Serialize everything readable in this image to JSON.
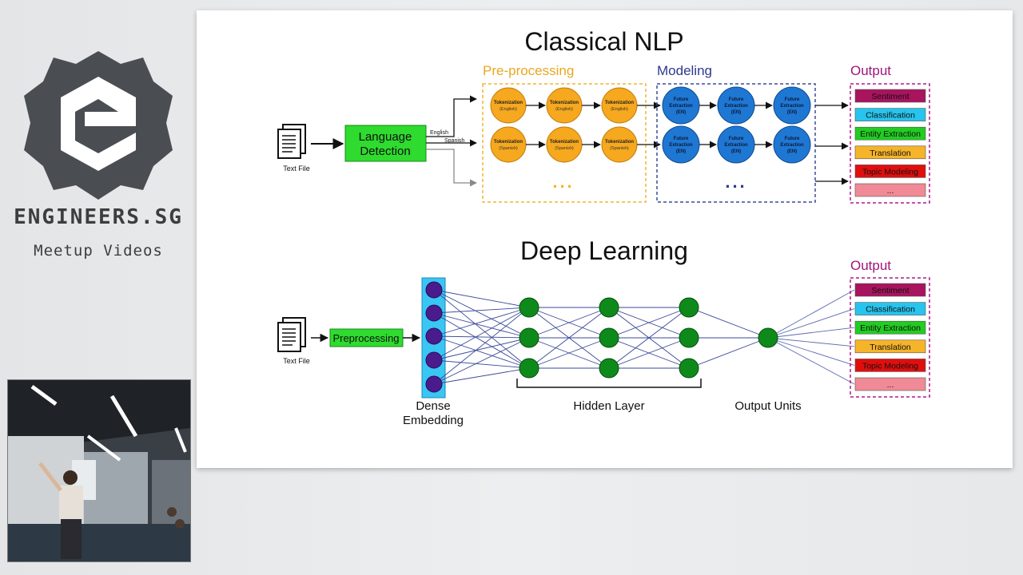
{
  "brand": {
    "title": "ENGINEERS.SG",
    "subtitle": "Meetup Videos"
  },
  "slide": {
    "classical": {
      "title": "Classical NLP",
      "input_label": "Text File",
      "detector_label": [
        "Language",
        "Detection"
      ],
      "branch_labels": [
        "English",
        "Spanish"
      ],
      "preprocessing": {
        "title": "Pre-processing",
        "rows": [
          {
            "name": "Tokenization",
            "lang": "(English)"
          },
          {
            "name": "Tokenization",
            "lang": "(Spanish)"
          }
        ]
      },
      "modeling": {
        "title": "Modeling",
        "node_lines": [
          "Future",
          "Extraction",
          "(EN)"
        ]
      },
      "output": {
        "title": "Output",
        "items": [
          {
            "label": "Sentiment",
            "color": "#a8145e"
          },
          {
            "label": "Classification",
            "color": "#27c4ee"
          },
          {
            "label": "Entity Extraction",
            "color": "#22cc22"
          },
          {
            "label": "Translation",
            "color": "#f6b42b"
          },
          {
            "label": "Topic Modeling",
            "color": "#e10e0e"
          },
          {
            "label": "...",
            "color": "#f08a96"
          }
        ]
      },
      "ellipsis": "..."
    },
    "deep": {
      "title": "Deep Learning",
      "input_label": "Text File",
      "preprocess_label": "Preprocessing",
      "embedding_label": [
        "Dense",
        "Embedding"
      ],
      "hidden_label": "Hidden Layer",
      "output_units_label": "Output Units",
      "output": {
        "title": "Output",
        "items": [
          {
            "label": "Sentiment",
            "color": "#a8145e"
          },
          {
            "label": "Classification",
            "color": "#27c4ee"
          },
          {
            "label": "Entity Extraction",
            "color": "#22cc22"
          },
          {
            "label": "Translation",
            "color": "#f6b42b"
          },
          {
            "label": "Topic Modeling",
            "color": "#e10e0e"
          },
          {
            "label": "...",
            "color": "#f08a96"
          }
        ]
      }
    }
  },
  "colors": {
    "preprocess_node": "#f6a81e",
    "model_node": "#1f77d4",
    "green_box": "#2edb2e",
    "embedding_column": "#39c6f2",
    "embedding_node": "#4a1b8c",
    "hidden_node": "#0e8a1a",
    "preprocess_border": "#f2b632",
    "model_border": "#3c4b9c",
    "output_border": "#b0188a"
  },
  "icons": {
    "logo": "engineers-sg-hex-logo",
    "document": "document-stack-icon"
  }
}
